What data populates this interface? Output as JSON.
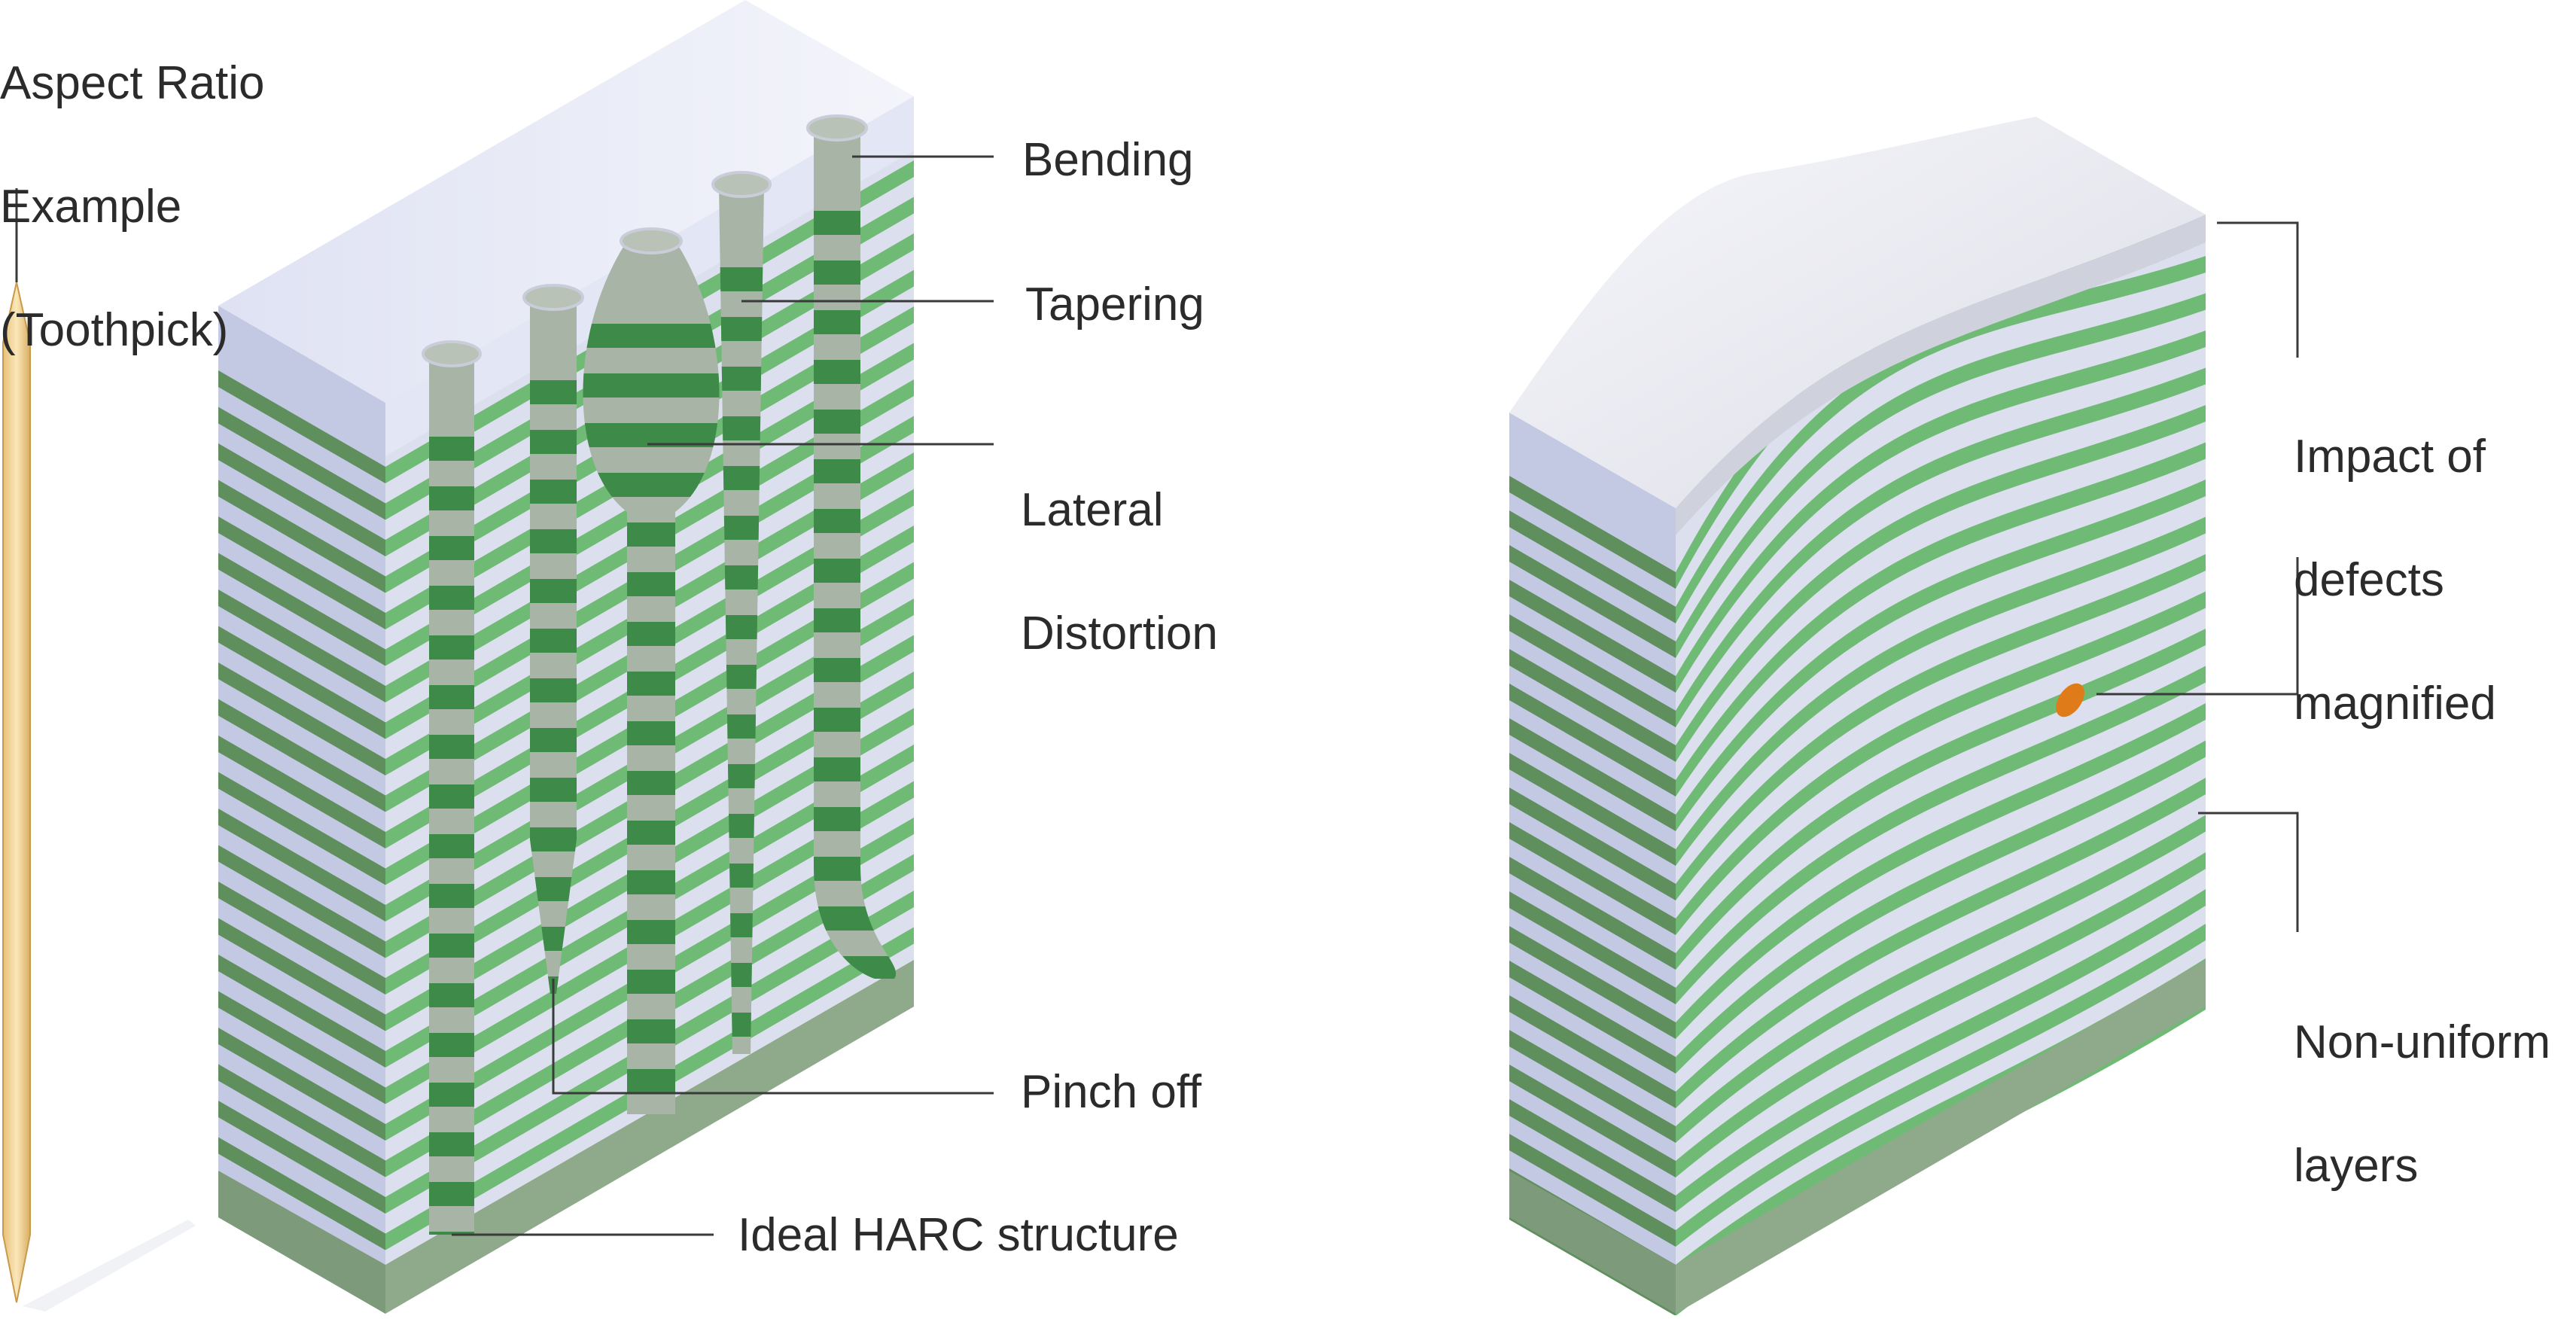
{
  "toothpick": {
    "caption_line1": "Aspect Ratio",
    "caption_line2": "Example",
    "caption_line3": "(Toothpick)"
  },
  "left_block": {
    "labels": {
      "bending": "Bending",
      "tapering": "Tapering",
      "lateral_line1": "Lateral",
      "lateral_line2": "Distortion",
      "pinch_off": "Pinch off",
      "ideal": "Ideal HARC structure"
    }
  },
  "right_block": {
    "labels": {
      "impact_line1": "Impact of",
      "impact_line2": "defects",
      "impact_line3": "magnified",
      "nonuniform_line1": "Non-uniform",
      "nonuniform_line2": "layers"
    }
  },
  "colors": {
    "green_layer": "#6fba74",
    "dark_green": "#3e8a48",
    "light_layer": "#dcdfee",
    "top_face": "#eceef8",
    "side_face": "#b9bfdc",
    "hole_light": "#a7b4a6",
    "defect": "#e07b1a",
    "leader": "#3a3a3a"
  }
}
